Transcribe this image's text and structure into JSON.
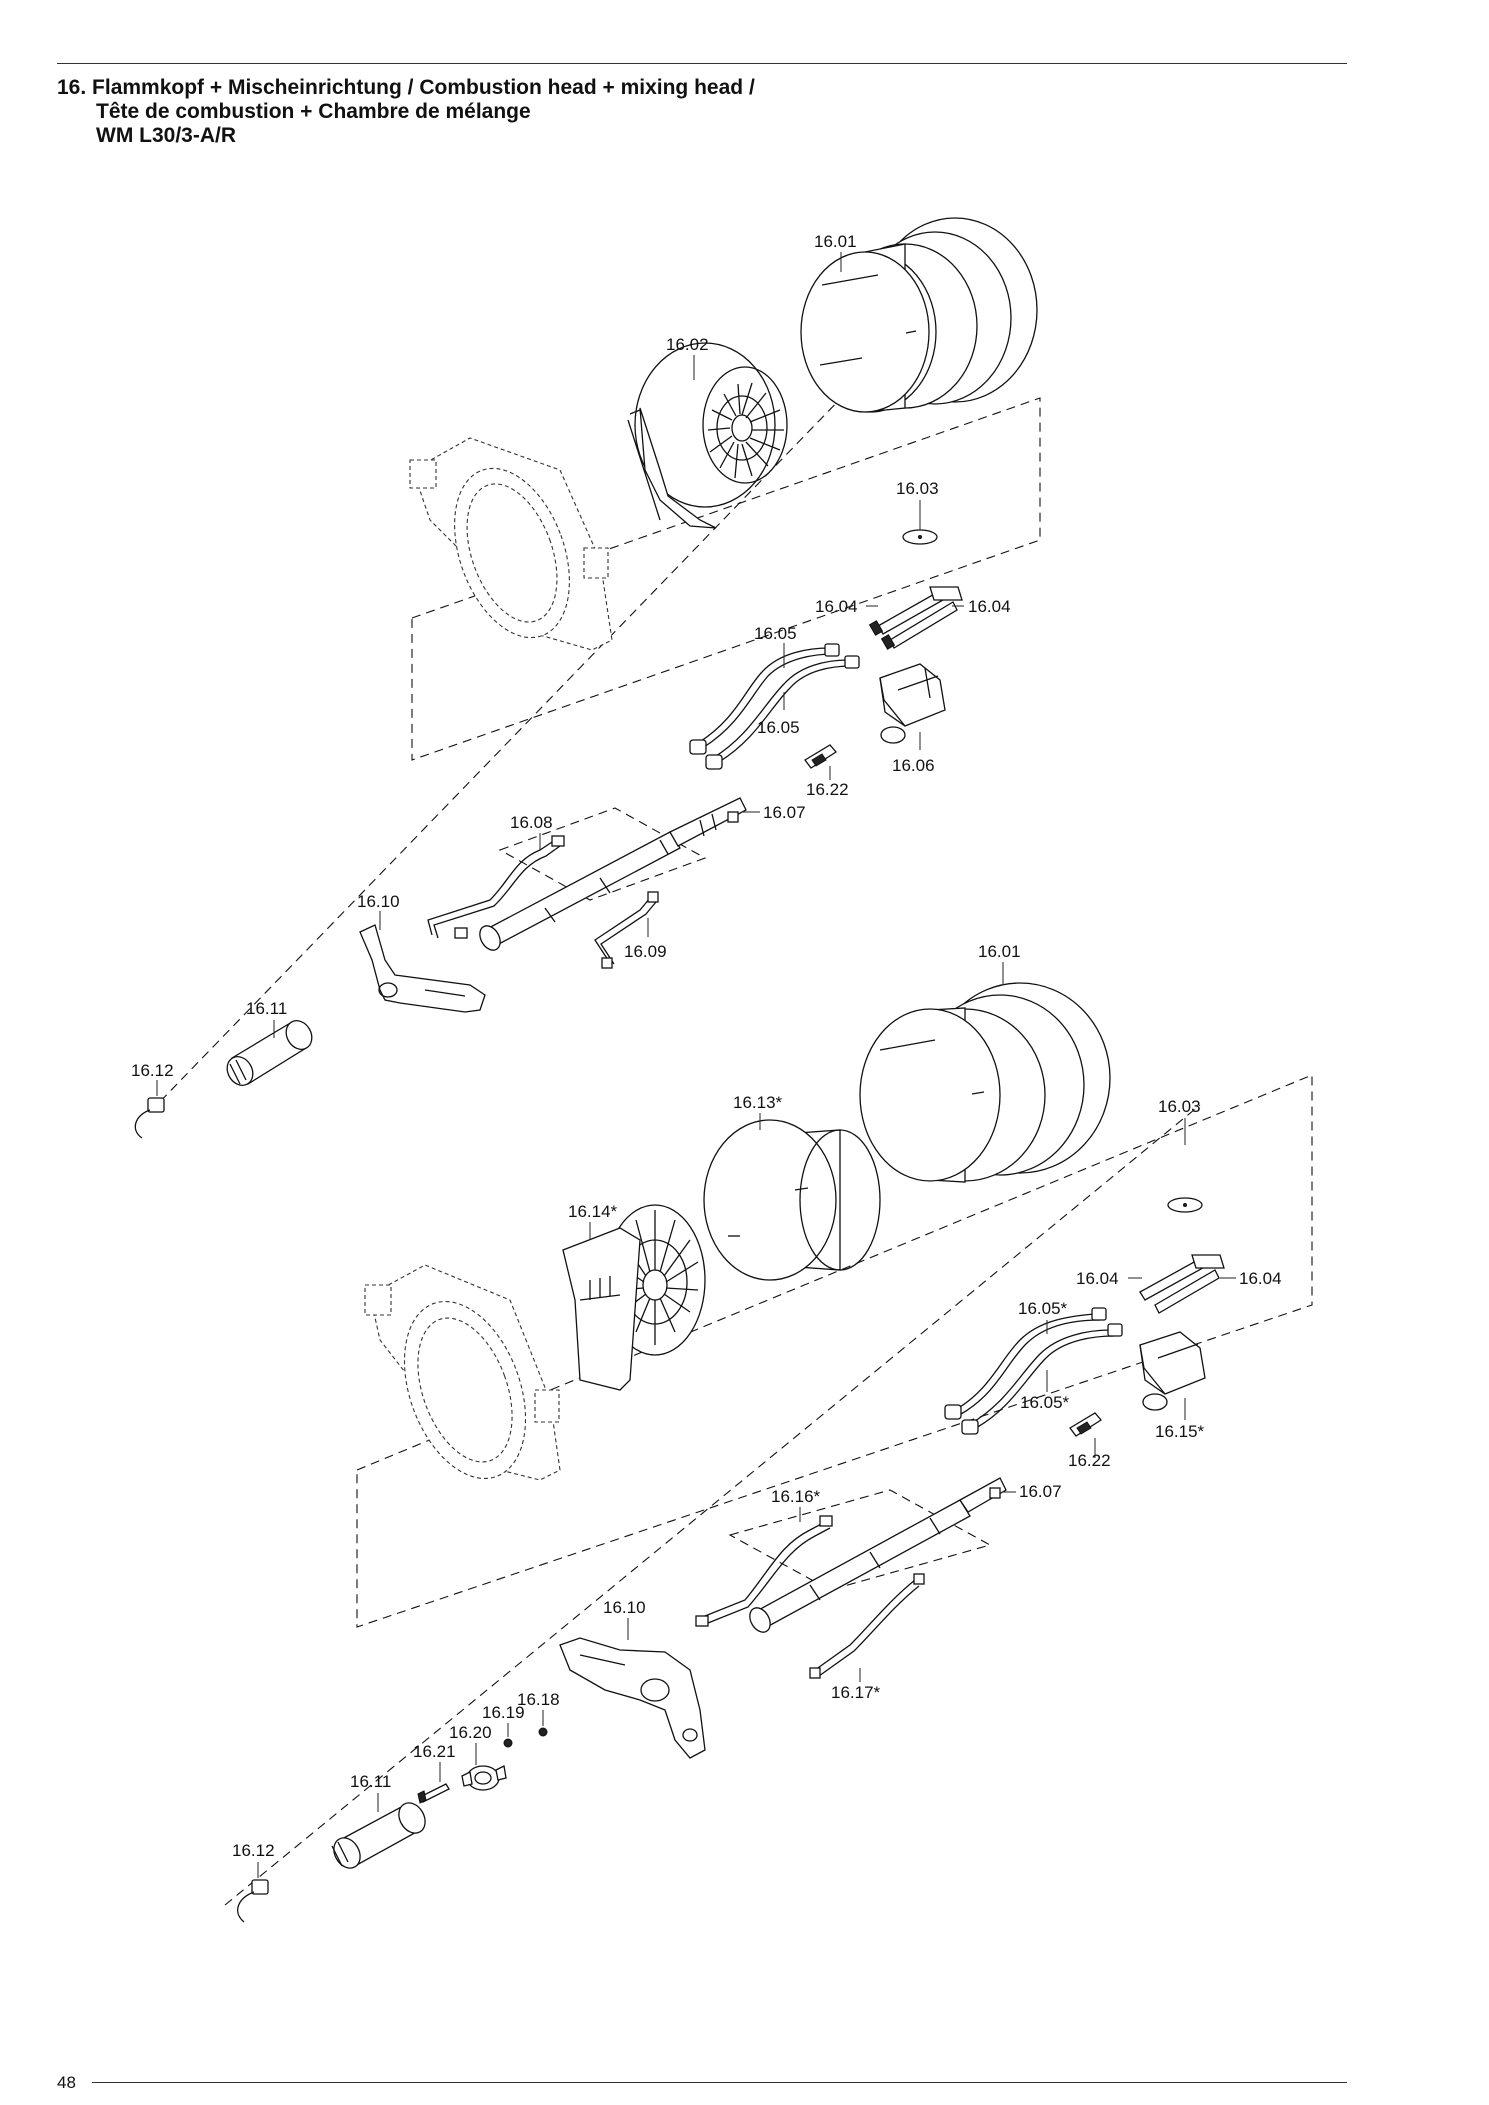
{
  "header": {
    "title_line1": "16. Flammkopf + Mischeinrichtung / Combustion head + mixing head /",
    "title_line2": "Tête de combustion + Chambre de mélange",
    "title_line3": "WM L30/3-A/R"
  },
  "footer": {
    "page_number": "48"
  },
  "diagram_top": {
    "labels": {
      "p1601": "16.01",
      "p1602": "16.02",
      "p1603": "16.03",
      "p1604a": "16.04",
      "p1604b": "16.04",
      "p1605a": "16.05",
      "p1605b": "16.05",
      "p1606": "16.06",
      "p1622": "16.22",
      "p1607": "16.07",
      "p1608": "16.08",
      "p1609": "16.09",
      "p1610": "16.10",
      "p1611": "16.11",
      "p1612": "16.12"
    }
  },
  "diagram_bottom": {
    "labels": {
      "p1601": "16.01",
      "p1613": "16.13*",
      "p1603": "16.03",
      "p1614": "16.14*",
      "p1604a": "16.04",
      "p1604b": "16.04",
      "p1605a": "16.05*",
      "p1605b": "16.05*",
      "p1615": "16.15*",
      "p1622": "16.22",
      "p1607": "16.07",
      "p1616": "16.16*",
      "p1610": "16.10",
      "p1617": "16.17*",
      "p1618": "16.18",
      "p1619": "16.19",
      "p1620": "16.20",
      "p1621": "16.21",
      "p1611": "16.11",
      "p1612": "16.12"
    }
  }
}
